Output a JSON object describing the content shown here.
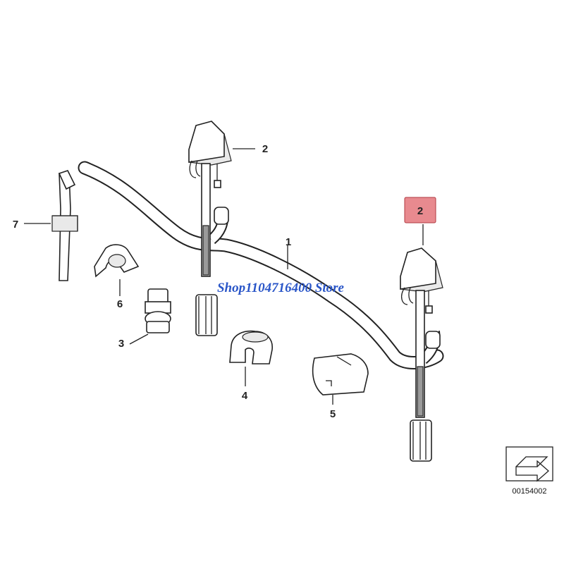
{
  "callouts": {
    "harness": "1",
    "nozzle_top": "2",
    "nozzle_highlight": "2",
    "clip_3": "3",
    "clip_4": "4",
    "clip_5": "5",
    "clip_6": "6",
    "tie_7": "7"
  },
  "watermark": "Shop1104716400 Store",
  "reference_number": "00154002",
  "colors": {
    "highlight_fill": "#e88a8f",
    "highlight_border": "#b03a42",
    "watermark": "#2a56c8"
  }
}
